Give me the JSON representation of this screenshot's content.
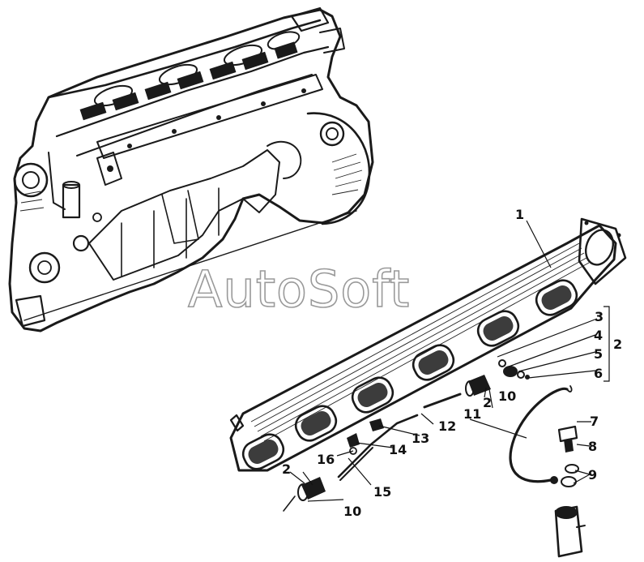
{
  "watermark": "AutoSoft",
  "callouts": [
    {
      "id": "c1",
      "label": "1"
    },
    {
      "id": "c2a",
      "label": "2"
    },
    {
      "id": "c2b",
      "label": "2"
    },
    {
      "id": "c2c",
      "label": "2"
    },
    {
      "id": "c3",
      "label": "3"
    },
    {
      "id": "c4",
      "label": "4"
    },
    {
      "id": "c5",
      "label": "5"
    },
    {
      "id": "c6",
      "label": "6"
    },
    {
      "id": "c7",
      "label": "7"
    },
    {
      "id": "c8",
      "label": "8"
    },
    {
      "id": "c9",
      "label": "9"
    },
    {
      "id": "c10a",
      "label": "10"
    },
    {
      "id": "c10b",
      "label": "10"
    },
    {
      "id": "c11",
      "label": "11"
    },
    {
      "id": "c12",
      "label": "12"
    },
    {
      "id": "c13",
      "label": "13"
    },
    {
      "id": "c14",
      "label": "14"
    },
    {
      "id": "c15",
      "label": "15"
    },
    {
      "id": "c16",
      "label": "16"
    }
  ]
}
